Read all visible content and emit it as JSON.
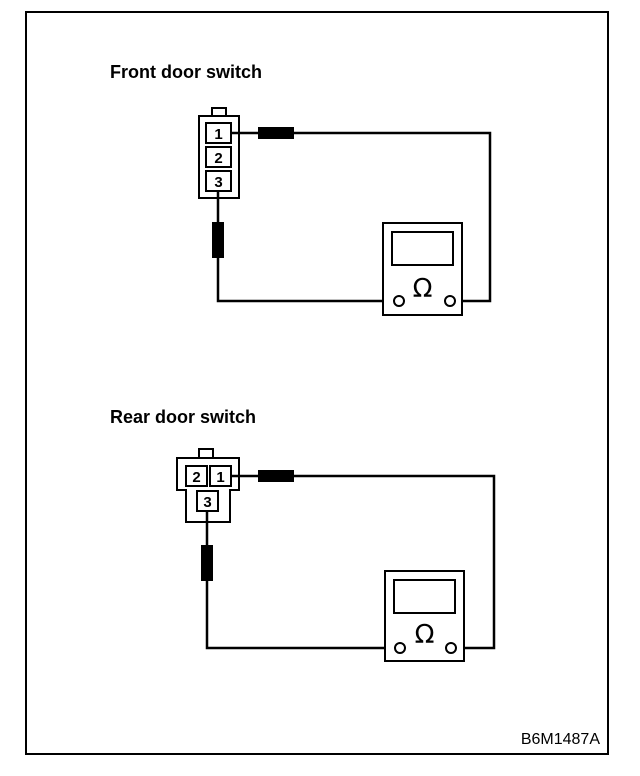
{
  "front": {
    "title": "Front door switch",
    "pins": [
      "1",
      "2",
      "3"
    ],
    "meter_symbol": "Ω"
  },
  "rear": {
    "title": "Rear door switch",
    "pins": [
      "2",
      "1",
      "3"
    ],
    "meter_symbol": "Ω"
  },
  "figure_id": "B6M1487A"
}
